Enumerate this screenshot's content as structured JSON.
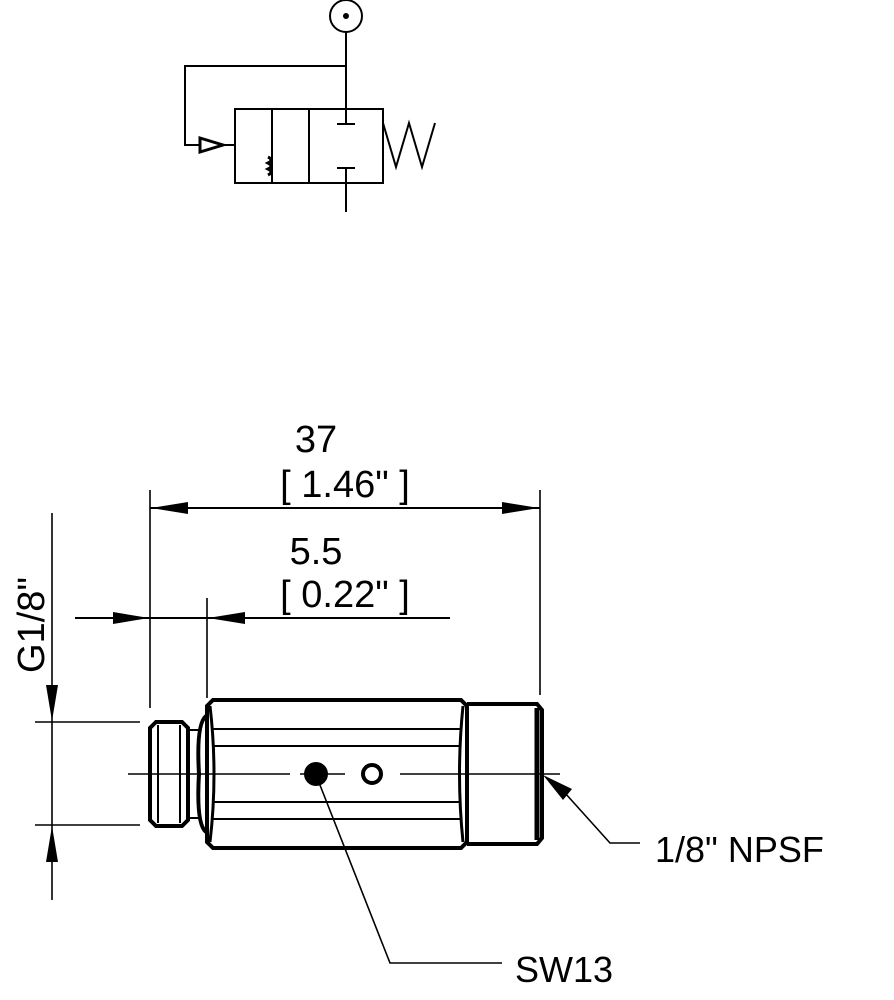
{
  "symbol": {
    "type": "pneumatic-valve-schematic",
    "description": "3/2 valve, pilot operated, spring return, with gauge/port symbol"
  },
  "dimensions": {
    "overall_length": {
      "metric": "37",
      "imperial": "[ 1.46\" ]"
    },
    "thread_length": {
      "metric": "5.5",
      "imperial": "[ 0.22\" ]"
    },
    "thread_size": "G1/8\""
  },
  "callouts": {
    "port_thread": "1/8\" NPSF",
    "wrench_size": "SW13"
  }
}
